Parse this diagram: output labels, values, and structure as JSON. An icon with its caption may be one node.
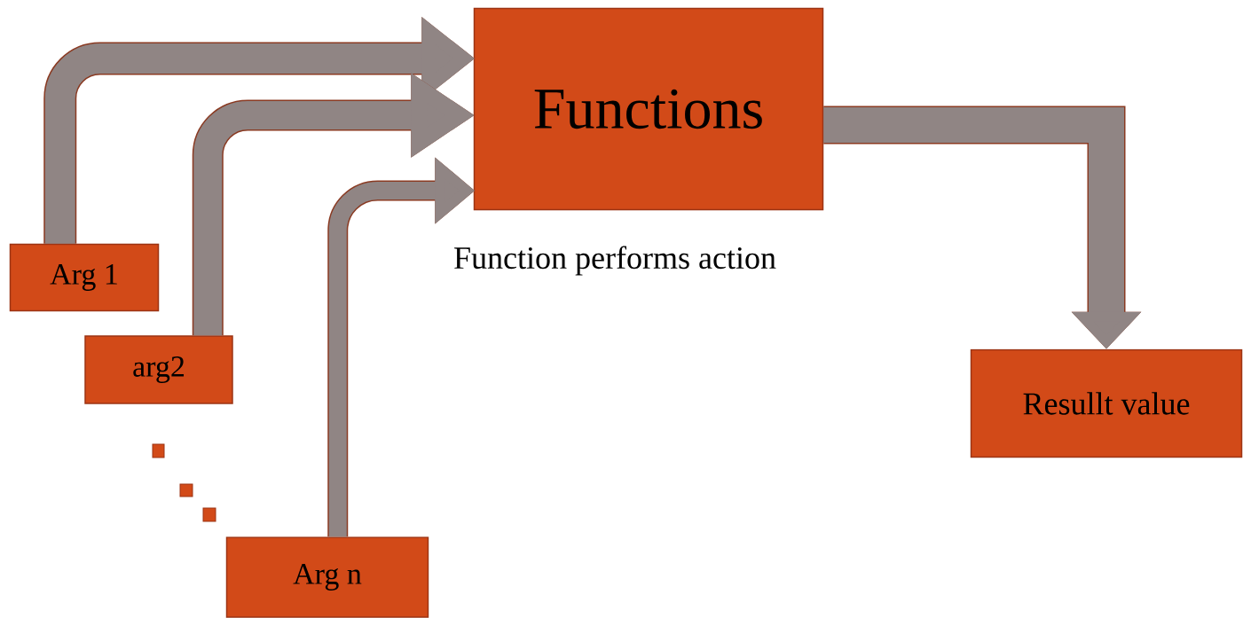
{
  "diagram": {
    "nodes": [
      {
        "text": [
          "Functions"
        ],
        "beside": [
          "Function performs action"
        ]
      },
      {
        "text": [
          "Arg 1"
        ]
      },
      {
        "text": [
          "arg2"
        ]
      },
      {
        "text": [
          "Arg n"
        ]
      },
      {
        "text": [
          "Resullt value"
        ]
      }
    ],
    "edges": [
      {
        "from": 1,
        "to": 0,
        "arrow": "to"
      },
      {
        "from": 2,
        "to": 0,
        "arrow": "to"
      },
      {
        "from": 3,
        "to": 0,
        "arrow": "to"
      },
      {
        "from": 0,
        "to": 4,
        "arrow": "to"
      }
    ]
  }
}
